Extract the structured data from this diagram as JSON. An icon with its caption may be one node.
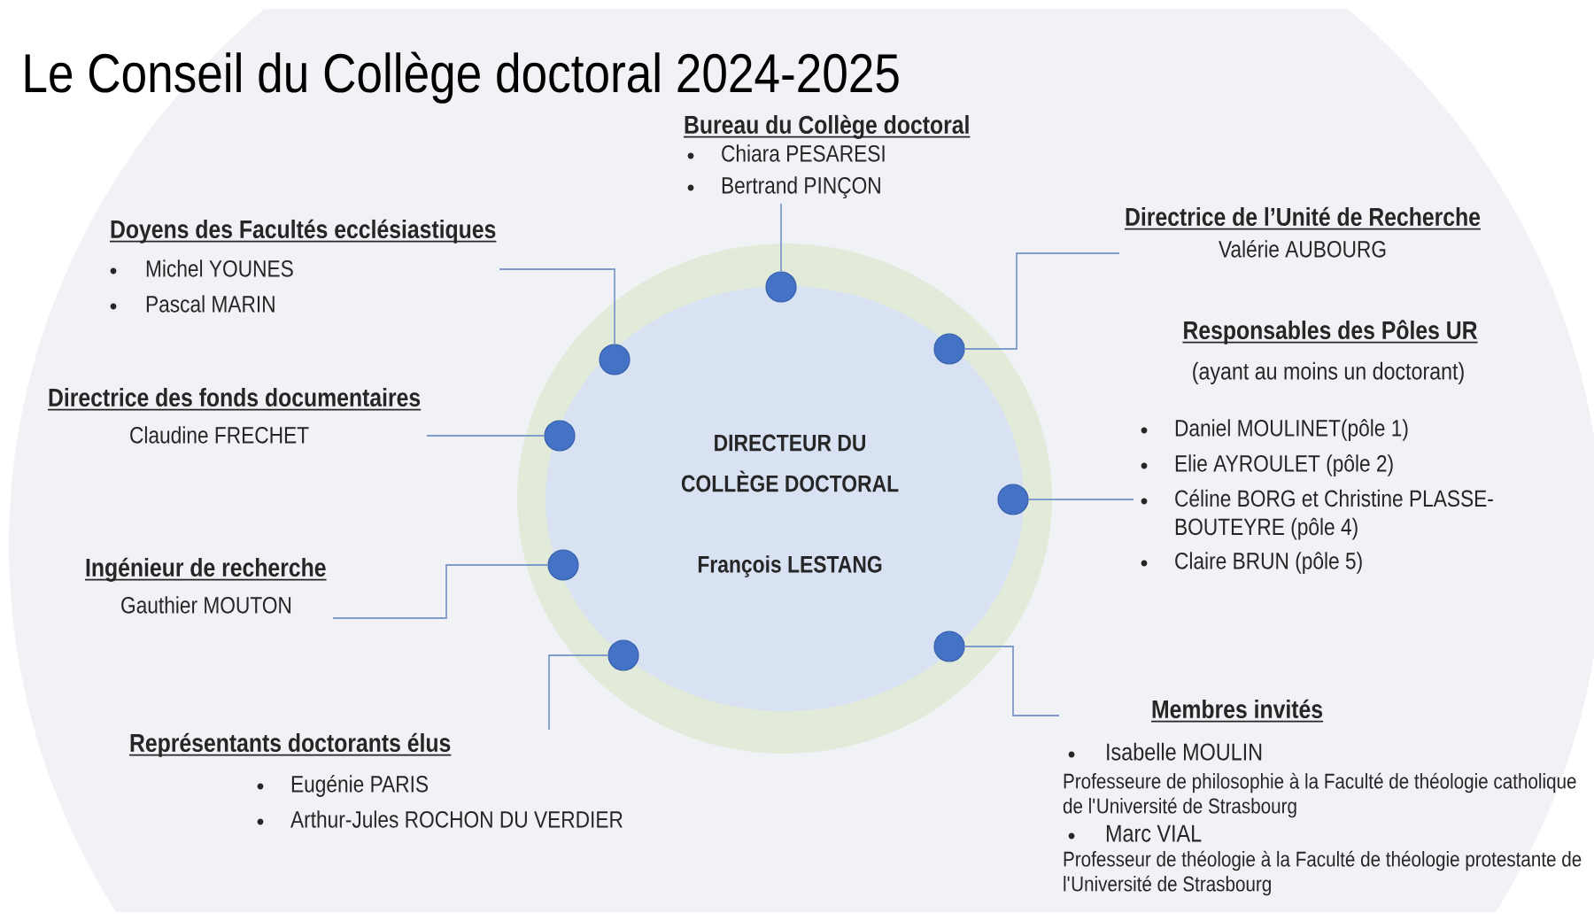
{
  "diagram": {
    "title": "Le Conseil du Collège doctoral 2024-2025",
    "nodes": [
      {
        "text": [
          "DIRECTEUR DU COLLÈGE DOCTORAL",
          "François LESTANG"
        ]
      },
      {
        "text": [
          "Bureau du Collège doctoral",
          "Chiara PESARESI",
          "Bertrand PINÇON"
        ]
      },
      {
        "text": [
          "Doyens des Facultés ecclésiastiques",
          "Michel YOUNES",
          "Pascal MARIN"
        ]
      },
      {
        "text": [
          "Directrice de l’Unité de Recherche",
          "Valérie AUBOURG"
        ]
      },
      {
        "text": [
          "Responsables des Pôles UR",
          "(ayant au moins un doctorant)",
          "Daniel MOULINET(pôle 1)",
          "Elie AYROULET (pôle 2)",
          "Céline BORG et Christine PLASSE-BOUTEYRE (pôle 4)",
          "Claire BRUN (pôle 5)"
        ]
      },
      {
        "text": [
          "Directrice des fonds documentaires",
          "Claudine FRECHET"
        ]
      },
      {
        "text": [
          "Ingénieur de recherche",
          "Gauthier MOUTON"
        ]
      },
      {
        "text": [
          "Membres invités",
          "Isabelle MOULIN",
          "Professeure de philosophie à la Faculté de théologie catholique de l'Université de Strasbourg",
          "Marc VIAL",
          "Professeur de théologie à la Faculté de théologie protestante de l'Université de Strasbourg"
        ]
      },
      {
        "text": [
          "Représentants doctorants élus",
          "Eugénie PARIS",
          "Arthur-Jules ROCHON DU VERDIER"
        ]
      },
      {
        "text": [],
        "shape": "circle",
        "in": 0
      },
      {
        "text": [],
        "shape": "circle",
        "in": 0
      },
      {
        "text": [],
        "shape": "circle",
        "in": 0
      },
      {
        "text": [],
        "shape": "circle",
        "in": 0
      },
      {
        "text": [],
        "shape": "circle",
        "in": 0
      },
      {
        "text": [],
        "shape": "circle",
        "in": 0
      },
      {
        "text": [],
        "shape": "circle",
        "in": 0
      },
      {
        "text": [],
        "shape": "circle",
        "in": 0
      }
    ],
    "edges": [
      {
        "from": 1,
        "to": 9,
        "arrow": "none"
      },
      {
        "from": 2,
        "to": 11,
        "arrow": "none"
      },
      {
        "from": 3,
        "to": 10,
        "arrow": "none"
      },
      {
        "from": 4,
        "to": 13,
        "arrow": "none"
      },
      {
        "from": 5,
        "to": 12,
        "arrow": "none"
      },
      {
        "from": 6,
        "to": 14,
        "arrow": "none"
      },
      {
        "from": 7,
        "to": 15,
        "arrow": "none"
      },
      {
        "from": 8,
        "to": 16,
        "arrow": "none"
      }
    ]
  }
}
